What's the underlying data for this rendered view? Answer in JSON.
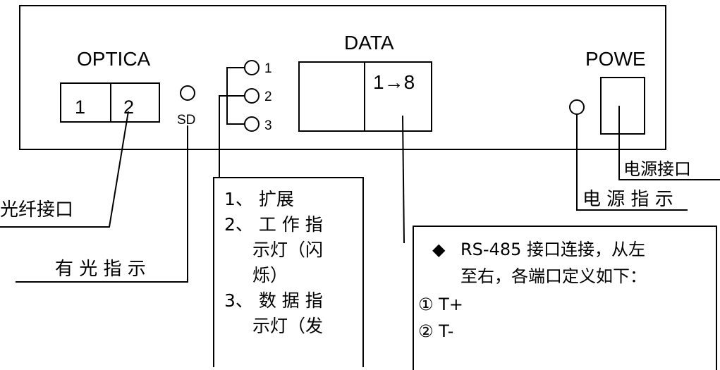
{
  "panel": {
    "optical_title": "OPTICA",
    "optical_port_1": "1",
    "optical_port_2": "2",
    "sd_label": "SD",
    "led_1": "1",
    "led_2": "2",
    "led_3": "3",
    "data_title": "DATA",
    "data_range": "1→8",
    "power_title": "POWE"
  },
  "callouts": {
    "fiber_interface": "光纤接口",
    "light_indicator": "有 光 指 示",
    "power_interface": "电源接口",
    "power_indicator": "电 源 指 示"
  },
  "led_note": {
    "lines": [
      "1、 扩展",
      "2、 工 作 指",
      "示灯（闪",
      "烁）",
      "3、 数 据 指",
      "示灯（发"
    ]
  },
  "rs485_note": {
    "bullet": "◆",
    "line1": "RS-485 接口连接，从左",
    "line2": "至右，各端口定义如下：",
    "item1": "① T+",
    "item2": "② T-"
  }
}
